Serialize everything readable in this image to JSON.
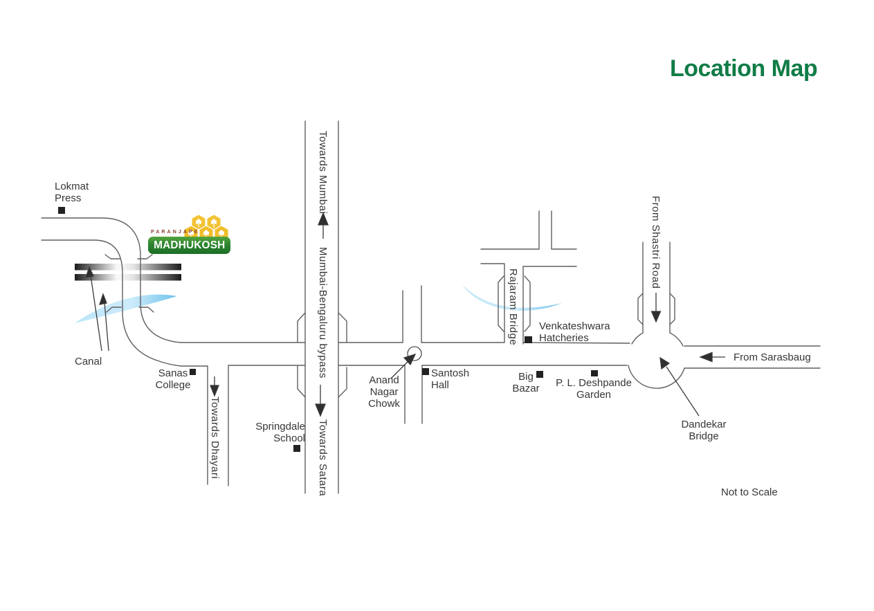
{
  "title": "Location Map",
  "note": "Not to Scale",
  "logo": {
    "company": "PARANJAPE",
    "project": "MADHUKOSH"
  },
  "labels": {
    "lokmat_press": "Lokmat\nPress",
    "canal": "Canal",
    "sanas_college": "Sanas\nCollege",
    "towards_dhayari": "Towards Dhayari",
    "springdale_school": "Springdale\nSchool",
    "towards_mumbai": "Towards Mumbai",
    "bypass": "Mumbai-Bengaluru bypass",
    "towards_satara": "Towards Satara",
    "anand_nagar_chowk": "Anand\nNagar\nChowk",
    "santosh_hall": "Santosh\nHall",
    "big_bazar": "Big\nBazar",
    "pl_deshpande_garden": "P. L. Deshpande\nGarden",
    "venkateshwara_hatcheries": "Venkateshwara\nHatcheries",
    "rajaram_bridge": "Rajaram Bridge",
    "from_shastri_road": "From Shastri Road",
    "from_sarasbaug": "From Sarasbaug",
    "dandekar_bridge": "Dandekar\nBridge",
    "not_to_scale": "Not to Scale"
  },
  "colors": {
    "title_green": "#0f7c46",
    "logo_green": "#2e8531",
    "logo_gold": "#f2c335",
    "logo_brand_maroon": "#8b4134",
    "canal_blue": "#8ccdf0",
    "road_gray": "#5f5f5f",
    "text_dark": "#363636"
  }
}
